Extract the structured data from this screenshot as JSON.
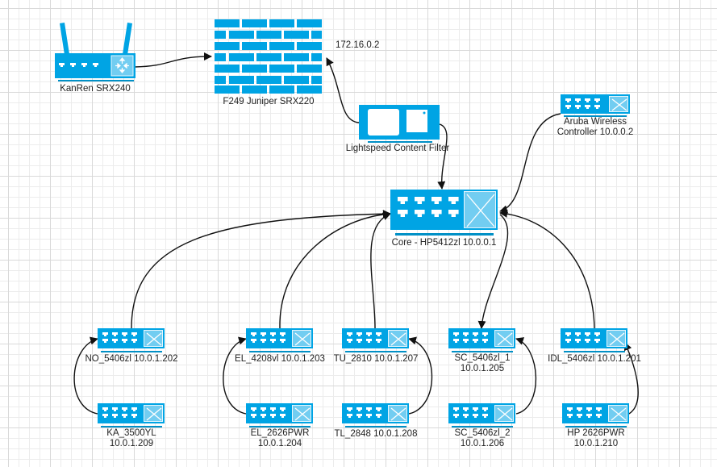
{
  "diagram": {
    "title": "Network Topology",
    "colors": {
      "device": "#00a4e4",
      "device_light": "#72cdf1",
      "underline": "#0190c6",
      "wire": "#111111",
      "grid": "#e6e6e6"
    },
    "annotations": {
      "wan_ip": "172.16.0.2"
    },
    "nodes": {
      "kanren": {
        "label": "KanRen SRX240",
        "icon": "router-icon"
      },
      "juniper": {
        "label": "F249 Juniper SRX220",
        "icon": "firewall-icon"
      },
      "lightspeed": {
        "label": "Lightspeed Content Filter",
        "icon": "server-appliance-icon"
      },
      "aruba": {
        "label_line1": "Aruba Wireless",
        "label_line2": "Controller 10.0.0.2",
        "icon": "switch-icon"
      },
      "core": {
        "label": "Core - HP5412zl 10.0.0.1",
        "icon": "switch-icon"
      },
      "no": {
        "label": "NO_5406zl 10.0.1.202",
        "icon": "switch-icon"
      },
      "el4208": {
        "label": "EL_4208vl 10.0.1.203",
        "icon": "switch-icon"
      },
      "tu": {
        "label": "TU_2810 10.0.1.207",
        "icon": "switch-icon"
      },
      "sc1": {
        "label_line1": "SC_5406zl_1",
        "label_line2": "10.0.1.205",
        "icon": "switch-icon"
      },
      "idl": {
        "label": "IDL_5406zl 10.0.1.201",
        "icon": "switch-icon"
      },
      "ka": {
        "label_line1": "KA_3500YL",
        "label_line2": "10.0.1.209",
        "icon": "switch-icon"
      },
      "el2626": {
        "label_line1": "EL_2626PWR",
        "label_line2": "10.0.1.204",
        "icon": "switch-icon"
      },
      "tl": {
        "label": "TL_2848 10.0.1.208",
        "icon": "switch-icon"
      },
      "sc2": {
        "label_line1": "SC_5406zl_2",
        "label_line2": "10.0.1.206",
        "icon": "switch-icon"
      },
      "hp": {
        "label_line1": "HP 2626PWR",
        "label_line2": "10.0.1.210",
        "icon": "switch-icon"
      }
    },
    "connections": [
      {
        "from": "kanren",
        "to": "juniper"
      },
      {
        "from": "lightspeed",
        "to": "juniper"
      },
      {
        "from": "lightspeed",
        "to": "core"
      },
      {
        "from": "aruba",
        "to": "core"
      },
      {
        "from": "no",
        "to": "core"
      },
      {
        "from": "el4208",
        "to": "core"
      },
      {
        "from": "tu",
        "to": "core"
      },
      {
        "from": "core",
        "to": "sc1"
      },
      {
        "from": "idl",
        "to": "core"
      },
      {
        "from": "ka",
        "to": "no"
      },
      {
        "from": "el2626",
        "to": "el4208"
      },
      {
        "from": "tl",
        "to": "tu"
      },
      {
        "from": "sc2",
        "to": "sc1"
      },
      {
        "from": "hp",
        "to": "idl"
      }
    ]
  }
}
